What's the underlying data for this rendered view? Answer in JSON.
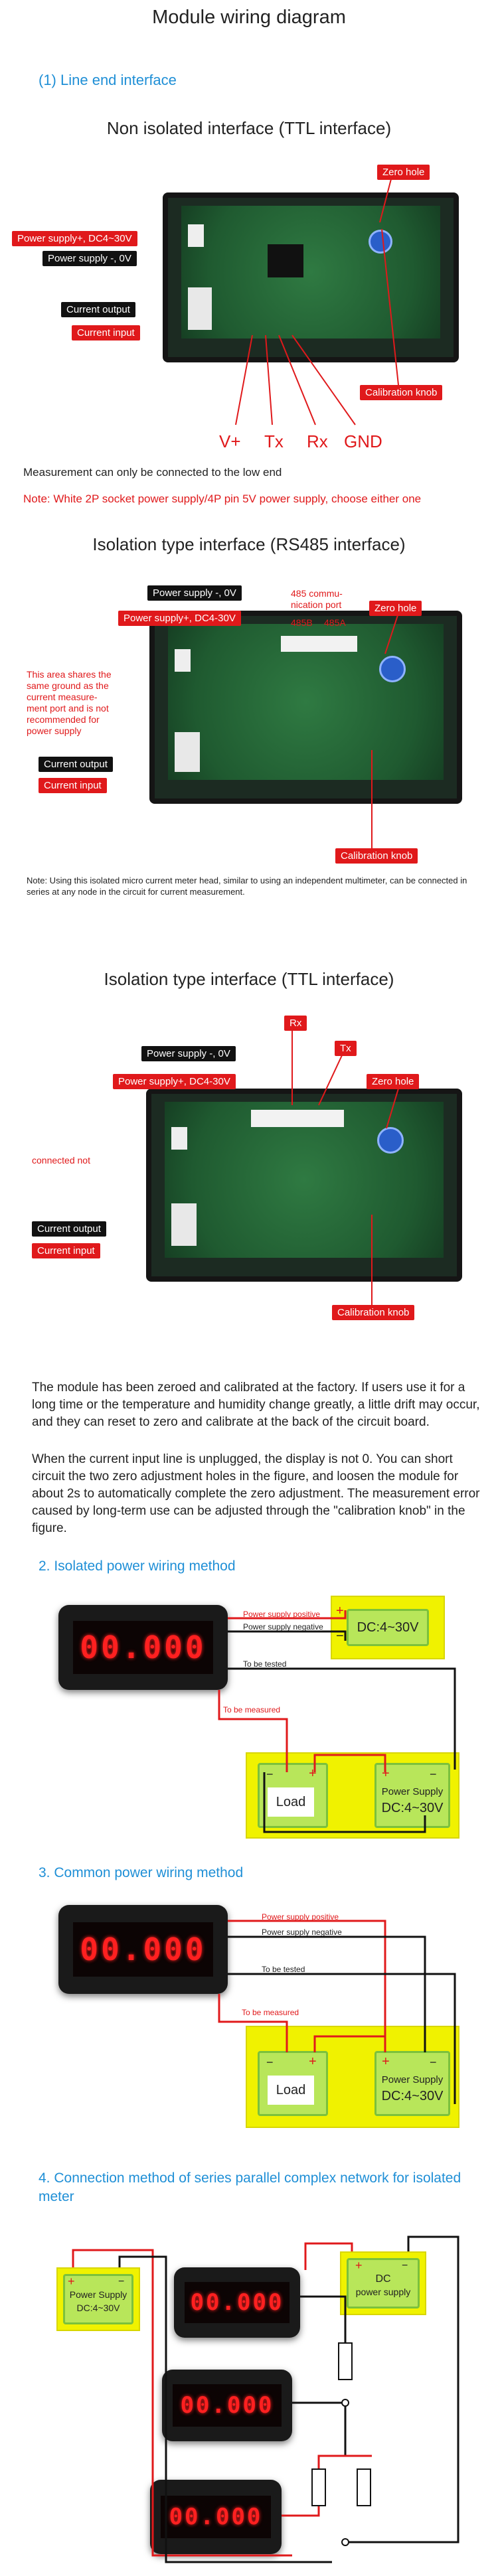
{
  "title": "Module wiring diagram",
  "sec1": "(1)   Line end interface",
  "diag1": {
    "title": "Non isolated interface (TTL interface)",
    "labels": {
      "zero_hole": "Zero hole",
      "psu_pos": "Power supply+, DC4~30V",
      "psu_neg": "Power supply -, 0V",
      "cur_out": "Current output",
      "cur_in": "Current input",
      "calib": "Calibration knob"
    },
    "pins": [
      "V+",
      "Tx",
      "Rx",
      "GND"
    ],
    "note1": "Measurement can only be connected to the low end",
    "note2": "Note: White 2P socket power supply/4P pin 5V power supply, choose either one"
  },
  "diag2": {
    "title": "Isolation type interface (RS485 interface)",
    "labels": {
      "psu_neg": "Power supply -, 0V",
      "psu_pos": "Power supply+, DC4-30V",
      "comm_port": "485 commu-\nnication port",
      "p485b": "485B",
      "p485a": "485A",
      "zero_hole": "Zero hole",
      "shared_ground": "This area shares the same ground as the current measure-ment port and is not recommended for power supply",
      "cur_out": "Current output",
      "cur_in": "Current input",
      "calib": "Calibration knob"
    },
    "note": "Note: Using this isolated micro current meter head, similar to using an independent multimeter, can be connected in series at any node in the circuit for current measurement."
  },
  "diag3": {
    "title": "Isolation type interface (TTL interface)",
    "labels": {
      "rx": "Rx",
      "tx": "Tx",
      "psu_neg": "Power supply -, 0V",
      "psu_pos": "Power supply+, DC4-30V",
      "zero_hole": "Zero hole",
      "not_connected": "connected not",
      "cur_out": "Current output",
      "cur_in": "Current input",
      "calib": "Calibration knob"
    }
  },
  "para1": "The module has been zeroed and calibrated at the factory. If users use it for a long time or the temperature and humidity change greatly, a little drift may occur, and they can reset to zero and calibrate at the back of the circuit board.",
  "para2": "When the current input line is unplugged, the display is not 0. You can short circuit the two zero adjustment holes in the figure, and loosen the module for about 2s to automatically complete the zero adjustment. The measurement error caused by long-term use can be adjusted through the \"calibration knob\" in the figure.",
  "sec2": {
    "title": "2. Isolated power wiring method",
    "display": "00.000",
    "psu_pos": "Power supply positive",
    "psu_neg": "Power supply negative",
    "to_be_tested": "To be tested",
    "to_be_measured": "To be measured",
    "dc": "DC:4~30V",
    "load": "Load",
    "power_supply": "Power Supply",
    "dc2": "DC:4~30V"
  },
  "sec3": {
    "title": "3. Common power wiring method",
    "display": "00.000",
    "psu_pos": "Power supply positive",
    "psu_neg": "Power supply negative",
    "to_be_tested": "To be tested",
    "to_be_measured": "To be measured",
    "load": "Load",
    "power_supply": "Power Supply",
    "dc": "DC:4~30V"
  },
  "sec4": {
    "title": "4. Connection method of series parallel complex network for isolated meter",
    "display": "00.000",
    "power_supply": "Power Supply",
    "dc_left": "DC:4~30V",
    "dc": "DC",
    "power_supply_right": "power supply"
  },
  "colors": {
    "accent": "#1f8fd6",
    "red": "#e0191b",
    "yellow": "#f0f200",
    "green": "#b8e65a"
  }
}
